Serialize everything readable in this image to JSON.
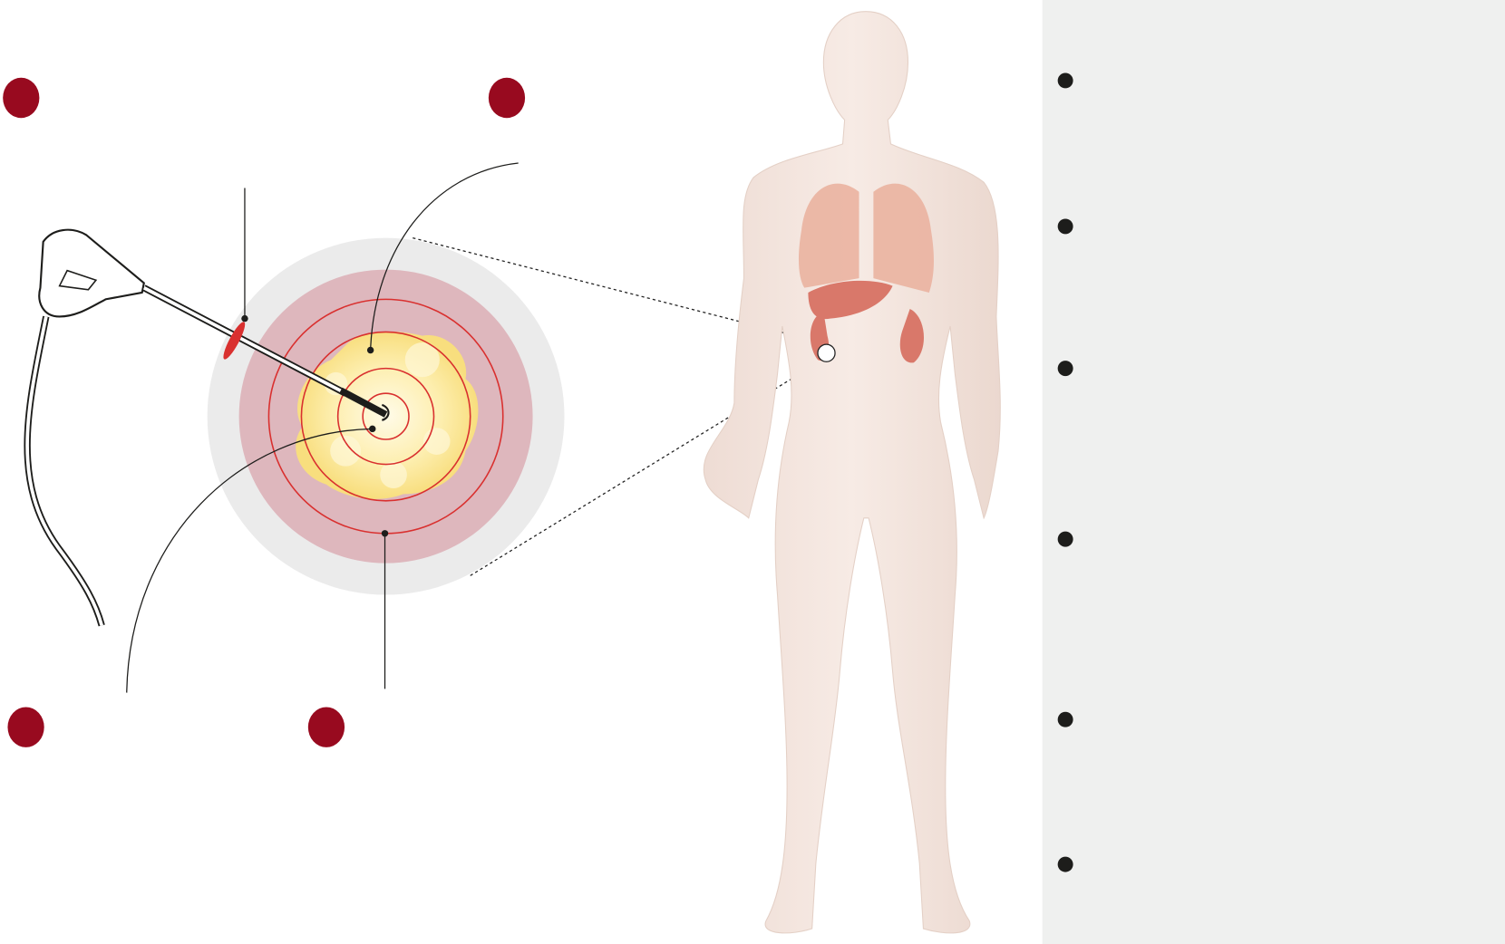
{
  "colors": {
    "background": "#ffffff",
    "sidebar": "#eff0ef",
    "marker": "#980a1f",
    "bullet": "#1d1d1b",
    "ring_outer": "#ebebeb",
    "ring_inner": "#deb7bd",
    "ring_line": "#d9302f",
    "tumor": "#fbe79a",
    "tumor_core": "#fff8d8",
    "skin": "#f3e3dc",
    "lung": "#eab3a0",
    "organ": "#e07a6e"
  },
  "figure": {
    "markers": [
      "marker-1",
      "marker-2",
      "marker-3",
      "marker-4"
    ],
    "bullets": 6,
    "ablation_rings": 4
  }
}
